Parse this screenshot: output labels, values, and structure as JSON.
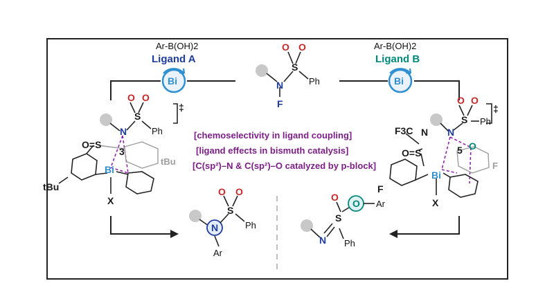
{
  "left_reagent": {
    "formula": "Ar-B(OH)2",
    "ligand": "Ligand A",
    "catalyst": "Bi"
  },
  "right_reagent": {
    "formula": "Ar-B(OH)2",
    "ligand": "Ligand B",
    "catalyst": "Bi"
  },
  "substrate": {
    "n": "N",
    "f": "F",
    "s": "S",
    "o1": "O",
    "o2": "O",
    "ph": "Ph"
  },
  "ts_left": {
    "dagger": "‡",
    "ring_size": "3",
    "n": "N",
    "s": "S",
    "o": "O",
    "ph": "Ph",
    "sulfonyl": "O=S",
    "bi": "Bi",
    "x": "X",
    "tbu1": "tBu",
    "tbu2": "tBu"
  },
  "ts_right": {
    "dagger": "‡",
    "ring_size": "5",
    "f3c": "F3C",
    "n1": "N",
    "n2": "N",
    "s1": "S",
    "s2": "S",
    "o": "O",
    "ph": "Ph",
    "sulfonyl": "O=S",
    "bi": "Bi",
    "x": "X",
    "f1": "F",
    "f2": "F"
  },
  "product_left": {
    "n": "N",
    "s": "S",
    "o1": "O",
    "o2": "O",
    "ph": "Ph",
    "ar": "Ar"
  },
  "product_right": {
    "o": "O",
    "ar": "Ar",
    "s": "S",
    "n": "N",
    "ph": "Ph"
  },
  "captions": [
    "[chemoselectivity in ligand coupling]",
    "[ligand effects in bismuth catalysis]",
    "[C(sp²)–N & C(sp²)–O catalyzed by p-block]"
  ],
  "colors": {
    "ligand_a": "#1e3c9a",
    "ligand_b": "#00897b",
    "bismuth": "#2f8fd0",
    "oxygen": "#c62828",
    "caption": "#7b1f86",
    "dashed_bond": "#8e24aa"
  }
}
